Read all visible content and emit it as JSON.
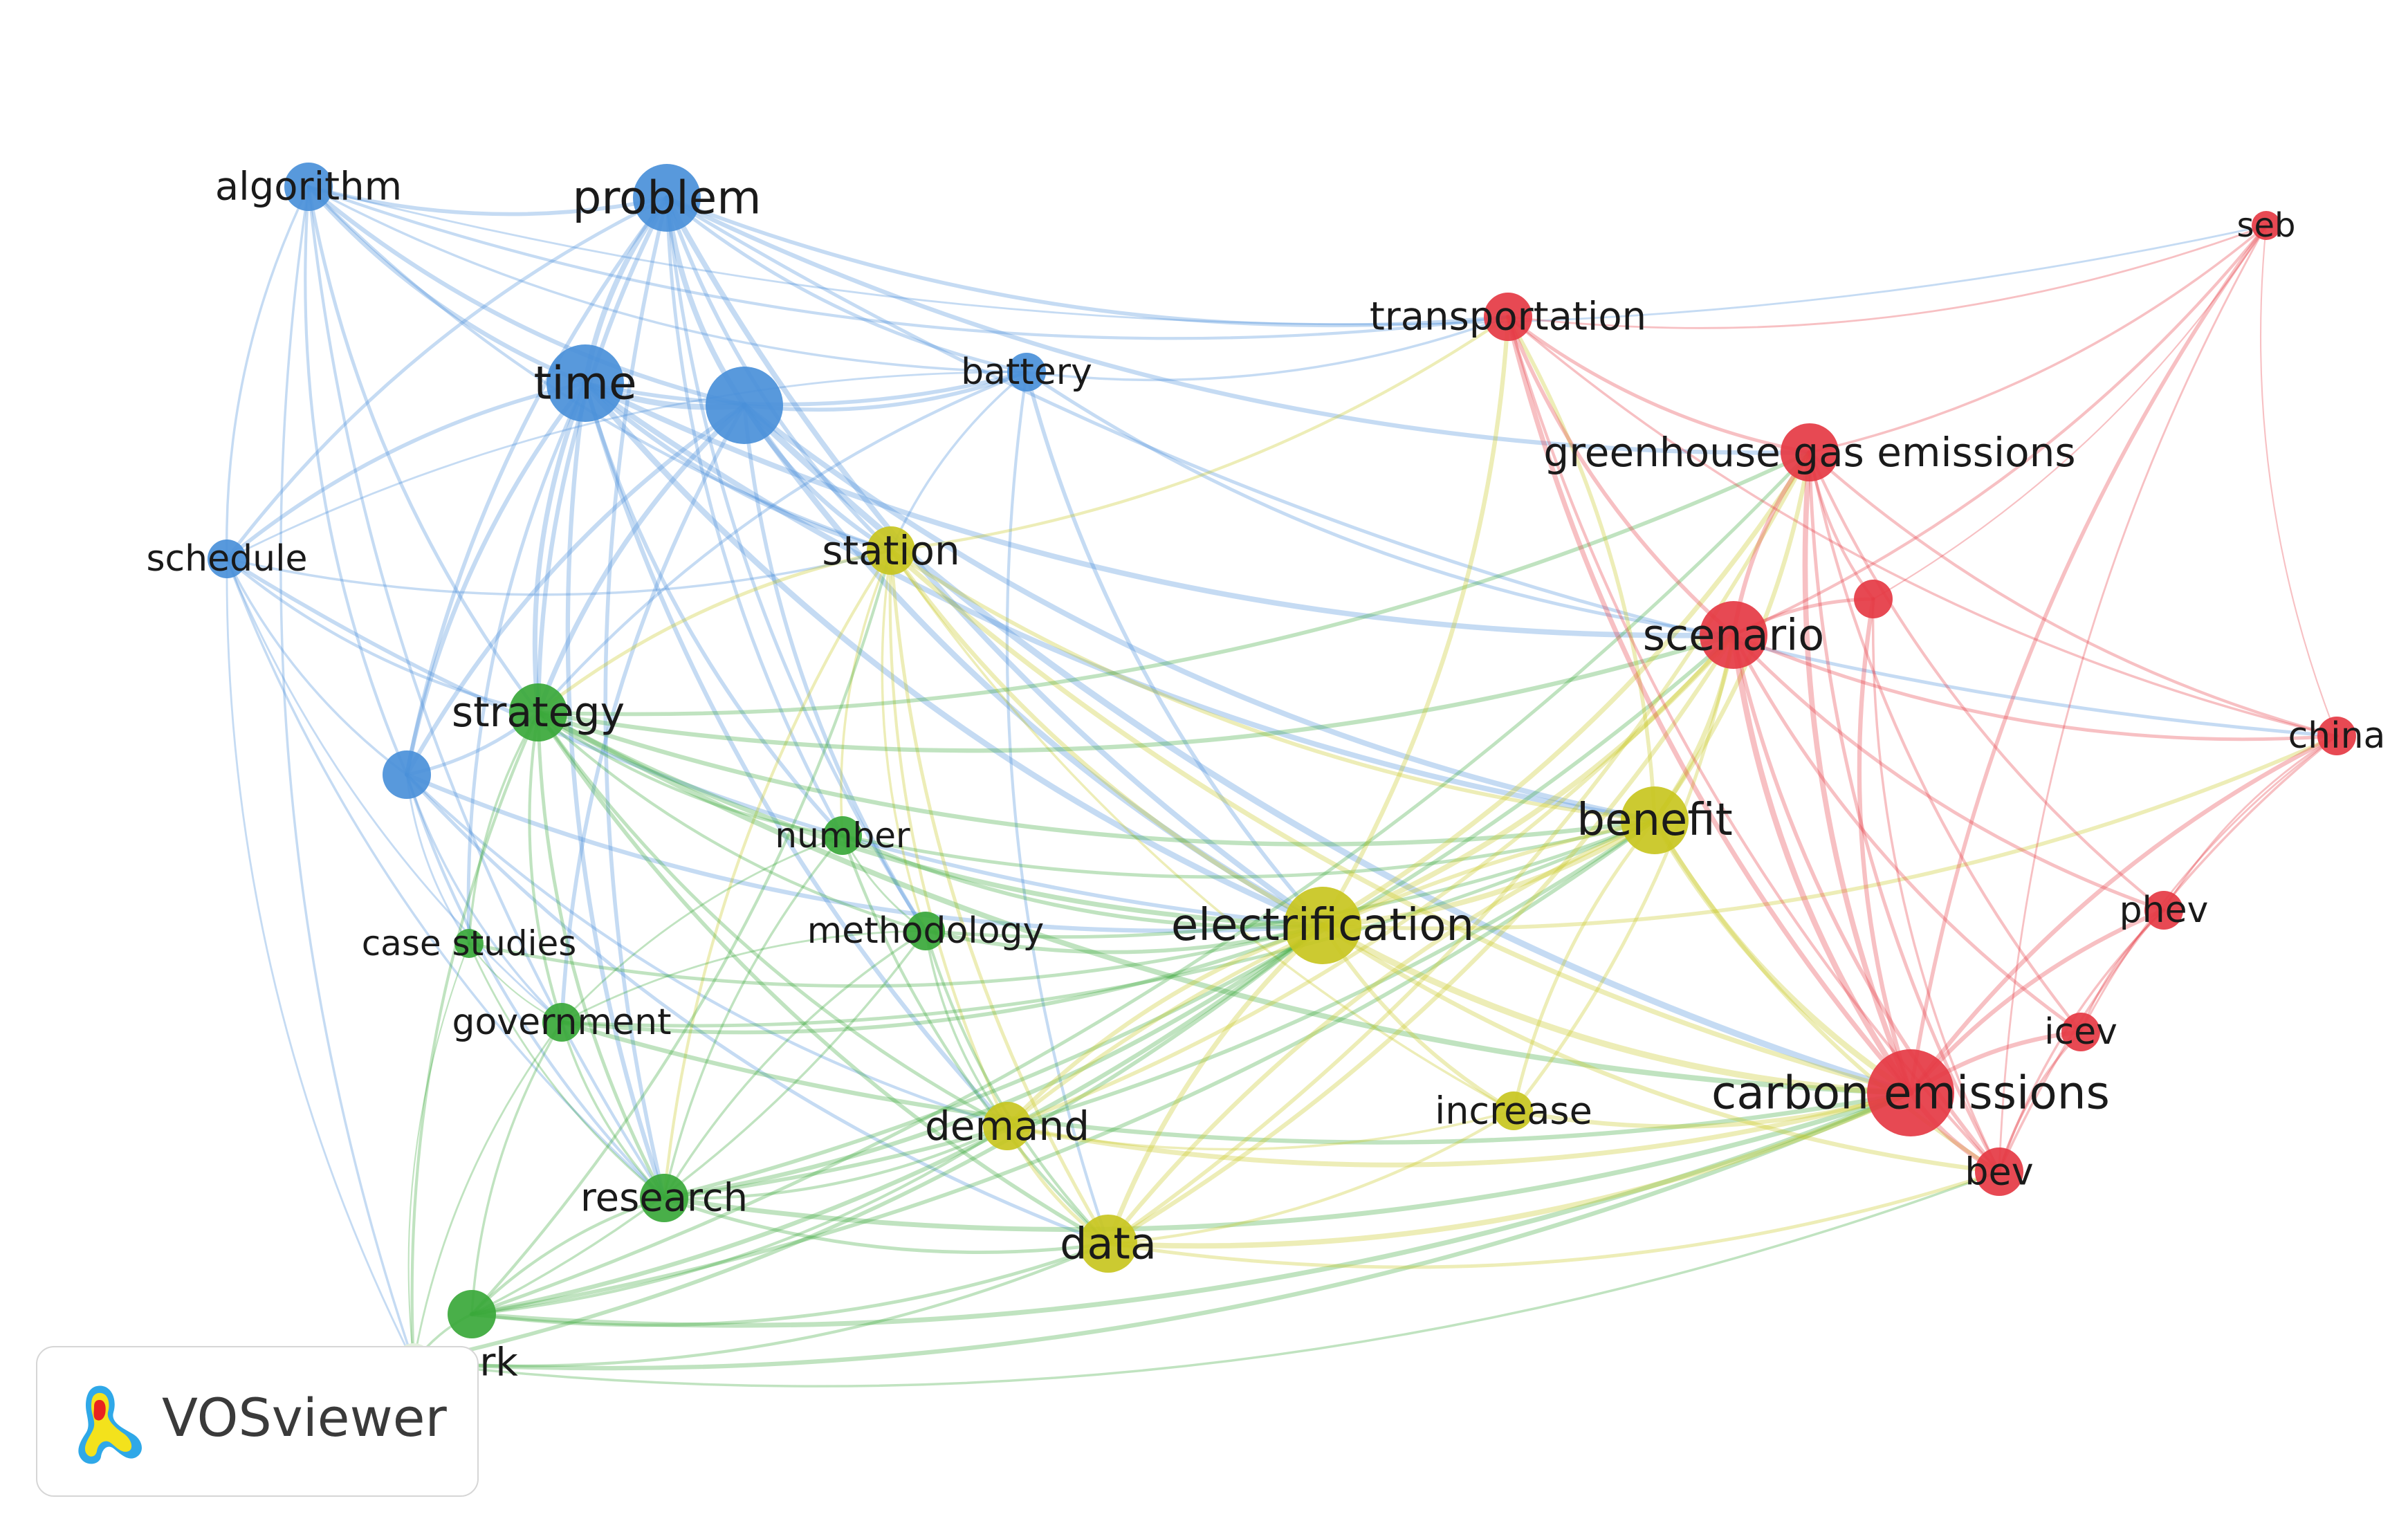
{
  "app": {
    "brand_label": "VOSviewer"
  },
  "colors": {
    "blue": "#4a90d9",
    "green": "#3aa83a",
    "yellow": "#c8c620",
    "red": "#e53a44",
    "framework": "#e4f0df"
  },
  "nodes": [
    {
      "id": "algorithm",
      "label": "algorithm",
      "cluster": "blue",
      "weight": 3
    },
    {
      "id": "problem",
      "label": "problem",
      "cluster": "blue",
      "weight": 5
    },
    {
      "id": "time",
      "label": "time",
      "cluster": "blue",
      "weight": 6
    },
    {
      "id": "blue_unlabeled_a",
      "label": "",
      "cluster": "blue",
      "weight": 6
    },
    {
      "id": "battery",
      "label": "battery",
      "cluster": "blue",
      "weight": 2
    },
    {
      "id": "schedule",
      "label": "schedule",
      "cluster": "blue",
      "weight": 2
    },
    {
      "id": "blue_unlabeled_b",
      "label": "",
      "cluster": "blue",
      "weight": 3
    },
    {
      "id": "station",
      "label": "station",
      "cluster": "yellow",
      "weight": 3
    },
    {
      "id": "strategy",
      "label": "strategy",
      "cluster": "green",
      "weight": 4
    },
    {
      "id": "number",
      "label": "number",
      "cluster": "green",
      "weight": 2
    },
    {
      "id": "methodology",
      "label": "methodology",
      "cluster": "green",
      "weight": 2
    },
    {
      "id": "case_studies",
      "label": "case studies",
      "cluster": "green",
      "weight": 1
    },
    {
      "id": "government",
      "label": "government",
      "cluster": "green",
      "weight": 2
    },
    {
      "id": "research",
      "label": "research",
      "cluster": "green",
      "weight": 3
    },
    {
      "id": "framework",
      "label": "framework",
      "cluster": "framework",
      "weight": 2
    },
    {
      "id": "green_unlabeled",
      "label": "",
      "cluster": "green",
      "weight": 3
    },
    {
      "id": "electrification",
      "label": "electrification",
      "cluster": "yellow",
      "weight": 6
    },
    {
      "id": "benefit",
      "label": "benefit",
      "cluster": "yellow",
      "weight": 5
    },
    {
      "id": "demand",
      "label": "demand",
      "cluster": "yellow",
      "weight": 3
    },
    {
      "id": "data",
      "label": "data",
      "cluster": "yellow",
      "weight": 4
    },
    {
      "id": "increase",
      "label": "increase",
      "cluster": "yellow",
      "weight": 2
    },
    {
      "id": "transportation",
      "label": "transportation",
      "cluster": "red",
      "weight": 3
    },
    {
      "id": "greenhouse_gas_emissions",
      "label": "greenhouse gas emissions",
      "cluster": "red",
      "weight": 4
    },
    {
      "id": "red_unlabeled",
      "label": "",
      "cluster": "red",
      "weight": 2
    },
    {
      "id": "scenario",
      "label": "scenario",
      "cluster": "red",
      "weight": 5
    },
    {
      "id": "seb",
      "label": "seb",
      "cluster": "red",
      "weight": 1
    },
    {
      "id": "china",
      "label": "china",
      "cluster": "red",
      "weight": 2
    },
    {
      "id": "phev",
      "label": "phev",
      "cluster": "red",
      "weight": 2
    },
    {
      "id": "icev",
      "label": "icev",
      "cluster": "red",
      "weight": 2
    },
    {
      "id": "carbon_emissions",
      "label": "carbon emissions",
      "cluster": "red",
      "weight": 7
    },
    {
      "id": "bev",
      "label": "bev",
      "cluster": "red",
      "weight": 3
    }
  ],
  "edges": [
    [
      "algorithm",
      "problem"
    ],
    [
      "algorithm",
      "time"
    ],
    [
      "algorithm",
      "blue_unlabeled_a"
    ],
    [
      "algorithm",
      "schedule"
    ],
    [
      "algorithm",
      "blue_unlabeled_b"
    ],
    [
      "algorithm",
      "strategy"
    ],
    [
      "algorithm",
      "battery"
    ],
    [
      "algorithm",
      "station"
    ],
    [
      "algorithm",
      "transportation"
    ],
    [
      "algorithm",
      "research"
    ],
    [
      "algorithm",
      "framework"
    ],
    [
      "algorithm",
      "seb"
    ],
    [
      "problem",
      "time"
    ],
    [
      "problem",
      "blue_unlabeled_a"
    ],
    [
      "problem",
      "battery"
    ],
    [
      "problem",
      "schedule"
    ],
    [
      "problem",
      "strategy"
    ],
    [
      "problem",
      "station"
    ],
    [
      "problem",
      "blue_unlabeled_b"
    ],
    [
      "problem",
      "greenhouse_gas_emissions"
    ],
    [
      "problem",
      "transportation"
    ],
    [
      "problem",
      "electrification"
    ],
    [
      "problem",
      "methodology"
    ],
    [
      "problem",
      "number"
    ],
    [
      "problem",
      "research"
    ],
    [
      "problem",
      "china"
    ],
    [
      "time",
      "blue_unlabeled_a"
    ],
    [
      "time",
      "battery"
    ],
    [
      "time",
      "schedule"
    ],
    [
      "time",
      "strategy"
    ],
    [
      "time",
      "station"
    ],
    [
      "time",
      "blue_unlabeled_b"
    ],
    [
      "time",
      "demand"
    ],
    [
      "time",
      "number"
    ],
    [
      "time",
      "electrification"
    ],
    [
      "time",
      "research"
    ],
    [
      "time",
      "case_studies"
    ],
    [
      "time",
      "scenario"
    ],
    [
      "time",
      "benefit"
    ],
    [
      "blue_unlabeled_a",
      "battery"
    ],
    [
      "blue_unlabeled_a",
      "station"
    ],
    [
      "blue_unlabeled_a",
      "strategy"
    ],
    [
      "blue_unlabeled_a",
      "blue_unlabeled_b"
    ],
    [
      "blue_unlabeled_a",
      "government"
    ],
    [
      "blue_unlabeled_a",
      "electrification"
    ],
    [
      "blue_unlabeled_a",
      "methodology"
    ],
    [
      "blue_unlabeled_a",
      "benefit"
    ],
    [
      "blue_unlabeled_a",
      "carbon_emissions"
    ],
    [
      "battery",
      "station"
    ],
    [
      "battery",
      "strategy"
    ],
    [
      "battery",
      "schedule"
    ],
    [
      "battery",
      "electrification"
    ],
    [
      "battery",
      "transportation"
    ],
    [
      "battery",
      "data"
    ],
    [
      "battery",
      "scenario"
    ],
    [
      "schedule",
      "strategy"
    ],
    [
      "schedule",
      "blue_unlabeled_b"
    ],
    [
      "schedule",
      "research"
    ],
    [
      "schedule",
      "framework"
    ],
    [
      "schedule",
      "electrification"
    ],
    [
      "schedule",
      "government"
    ],
    [
      "schedule",
      "station"
    ],
    [
      "blue_unlabeled_b",
      "strategy"
    ],
    [
      "blue_unlabeled_b",
      "case_studies"
    ],
    [
      "blue_unlabeled_b",
      "government"
    ],
    [
      "blue_unlabeled_b",
      "research"
    ],
    [
      "blue_unlabeled_b",
      "electrification"
    ],
    [
      "blue_unlabeled_b",
      "demand"
    ],
    [
      "blue_unlabeled_b",
      "data"
    ],
    [
      "station",
      "strategy"
    ],
    [
      "station",
      "electrification"
    ],
    [
      "station",
      "demand"
    ],
    [
      "station",
      "data"
    ],
    [
      "station",
      "benefit"
    ],
    [
      "station",
      "number"
    ],
    [
      "station",
      "methodology"
    ],
    [
      "station",
      "research"
    ],
    [
      "station",
      "transportation"
    ],
    [
      "station",
      "carbon_emissions"
    ],
    [
      "station",
      "increase"
    ],
    [
      "strategy",
      "number"
    ],
    [
      "strategy",
      "methodology"
    ],
    [
      "strategy",
      "case_studies"
    ],
    [
      "strategy",
      "government"
    ],
    [
      "strategy",
      "research"
    ],
    [
      "strategy",
      "framework"
    ],
    [
      "strategy",
      "electrification"
    ],
    [
      "strategy",
      "benefit"
    ],
    [
      "strategy",
      "data"
    ],
    [
      "strategy",
      "demand"
    ],
    [
      "strategy",
      "greenhouse_gas_emissions"
    ],
    [
      "strategy",
      "scenario"
    ],
    [
      "strategy",
      "carbon_emissions"
    ],
    [
      "number",
      "methodology"
    ],
    [
      "number",
      "research"
    ],
    [
      "number",
      "government"
    ],
    [
      "number",
      "electrification"
    ],
    [
      "number",
      "benefit"
    ],
    [
      "number",
      "data"
    ],
    [
      "methodology",
      "government"
    ],
    [
      "methodology",
      "research"
    ],
    [
      "methodology",
      "electrification"
    ],
    [
      "methodology",
      "data"
    ],
    [
      "methodology",
      "demand"
    ],
    [
      "methodology",
      "benefit"
    ],
    [
      "case_studies",
      "government"
    ],
    [
      "case_studies",
      "research"
    ],
    [
      "case_studies",
      "framework"
    ],
    [
      "case_studies",
      "electrification"
    ],
    [
      "government",
      "research"
    ],
    [
      "government",
      "framework"
    ],
    [
      "government",
      "electrification"
    ],
    [
      "government",
      "carbon_emissions"
    ],
    [
      "government",
      "benefit"
    ],
    [
      "government",
      "green_unlabeled"
    ],
    [
      "research",
      "green_unlabeled"
    ],
    [
      "research",
      "electrification"
    ],
    [
      "research",
      "demand"
    ],
    [
      "research",
      "data"
    ],
    [
      "research",
      "benefit"
    ],
    [
      "research",
      "carbon_emissions"
    ],
    [
      "research",
      "scenario"
    ],
    [
      "green_unlabeled",
      "framework"
    ],
    [
      "green_unlabeled",
      "electrification"
    ],
    [
      "green_unlabeled",
      "data"
    ],
    [
      "green_unlabeled",
      "demand"
    ],
    [
      "green_unlabeled",
      "benefit"
    ],
    [
      "green_unlabeled",
      "carbon_emissions"
    ],
    [
      "green_unlabeled",
      "greenhouse_gas_emissions"
    ],
    [
      "green_unlabeled",
      "methodology"
    ],
    [
      "green_unlabeled",
      "station"
    ],
    [
      "framework",
      "electrification"
    ],
    [
      "framework",
      "carbon_emissions"
    ],
    [
      "framework",
      "bev"
    ],
    [
      "framework",
      "data"
    ],
    [
      "electrification",
      "benefit"
    ],
    [
      "electrification",
      "demand"
    ],
    [
      "electrification",
      "data"
    ],
    [
      "electrification",
      "increase"
    ],
    [
      "electrification",
      "carbon_emissions"
    ],
    [
      "electrification",
      "scenario"
    ],
    [
      "electrification",
      "greenhouse_gas_emissions"
    ],
    [
      "electrification",
      "transportation"
    ],
    [
      "electrification",
      "bev"
    ],
    [
      "electrification",
      "china"
    ],
    [
      "benefit",
      "scenario"
    ],
    [
      "benefit",
      "carbon_emissions"
    ],
    [
      "benefit",
      "greenhouse_gas_emissions"
    ],
    [
      "benefit",
      "increase"
    ],
    [
      "benefit",
      "data"
    ],
    [
      "benefit",
      "demand"
    ],
    [
      "benefit",
      "transportation"
    ],
    [
      "benefit",
      "bev"
    ],
    [
      "demand",
      "data"
    ],
    [
      "demand",
      "increase"
    ],
    [
      "demand",
      "carbon_emissions"
    ],
    [
      "demand",
      "scenario"
    ],
    [
      "data",
      "increase"
    ],
    [
      "data",
      "carbon_emissions"
    ],
    [
      "data",
      "scenario"
    ],
    [
      "data",
      "bev"
    ],
    [
      "data",
      "greenhouse_gas_emissions"
    ],
    [
      "increase",
      "carbon_emissions"
    ],
    [
      "increase",
      "scenario"
    ],
    [
      "transportation",
      "greenhouse_gas_emissions"
    ],
    [
      "transportation",
      "scenario"
    ],
    [
      "transportation",
      "carbon_emissions"
    ],
    [
      "transportation",
      "seb"
    ],
    [
      "transportation",
      "bev"
    ],
    [
      "transportation",
      "china"
    ],
    [
      "greenhouse_gas_emissions",
      "scenario"
    ],
    [
      "greenhouse_gas_emissions",
      "red_unlabeled"
    ],
    [
      "greenhouse_gas_emissions",
      "seb"
    ],
    [
      "greenhouse_gas_emissions",
      "china"
    ],
    [
      "greenhouse_gas_emissions",
      "carbon_emissions"
    ],
    [
      "greenhouse_gas_emissions",
      "phev"
    ],
    [
      "greenhouse_gas_emissions",
      "bev"
    ],
    [
      "greenhouse_gas_emissions",
      "icev"
    ],
    [
      "red_unlabeled",
      "scenario"
    ],
    [
      "red_unlabeled",
      "carbon_emissions"
    ],
    [
      "red_unlabeled",
      "seb"
    ],
    [
      "red_unlabeled",
      "bev"
    ],
    [
      "scenario",
      "carbon_emissions"
    ],
    [
      "scenario",
      "china"
    ],
    [
      "scenario",
      "phev"
    ],
    [
      "scenario",
      "icev"
    ],
    [
      "scenario",
      "bev"
    ],
    [
      "scenario",
      "seb"
    ],
    [
      "seb",
      "china"
    ],
    [
      "seb",
      "carbon_emissions"
    ],
    [
      "seb",
      "bev"
    ],
    [
      "china",
      "phev"
    ],
    [
      "china",
      "icev"
    ],
    [
      "china",
      "carbon_emissions"
    ],
    [
      "china",
      "bev"
    ],
    [
      "phev",
      "icev"
    ],
    [
      "phev",
      "carbon_emissions"
    ],
    [
      "phev",
      "bev"
    ],
    [
      "icev",
      "carbon_emissions"
    ],
    [
      "icev",
      "bev"
    ],
    [
      "carbon_emissions",
      "bev"
    ]
  ]
}
